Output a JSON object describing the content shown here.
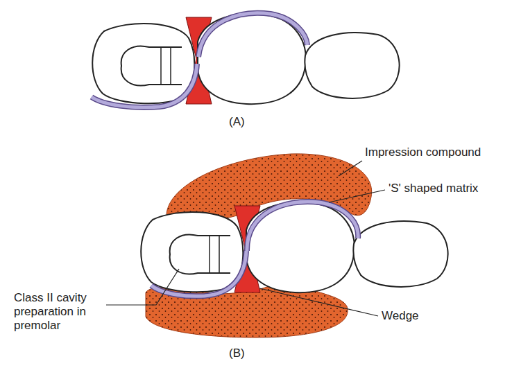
{
  "diagram": {
    "labels": [
      "(A)",
      "Impression compound",
      "'S' shaped matrix",
      "Class II cavity preparation in premolar",
      "Wedge",
      "(B)"
    ]
  }
}
